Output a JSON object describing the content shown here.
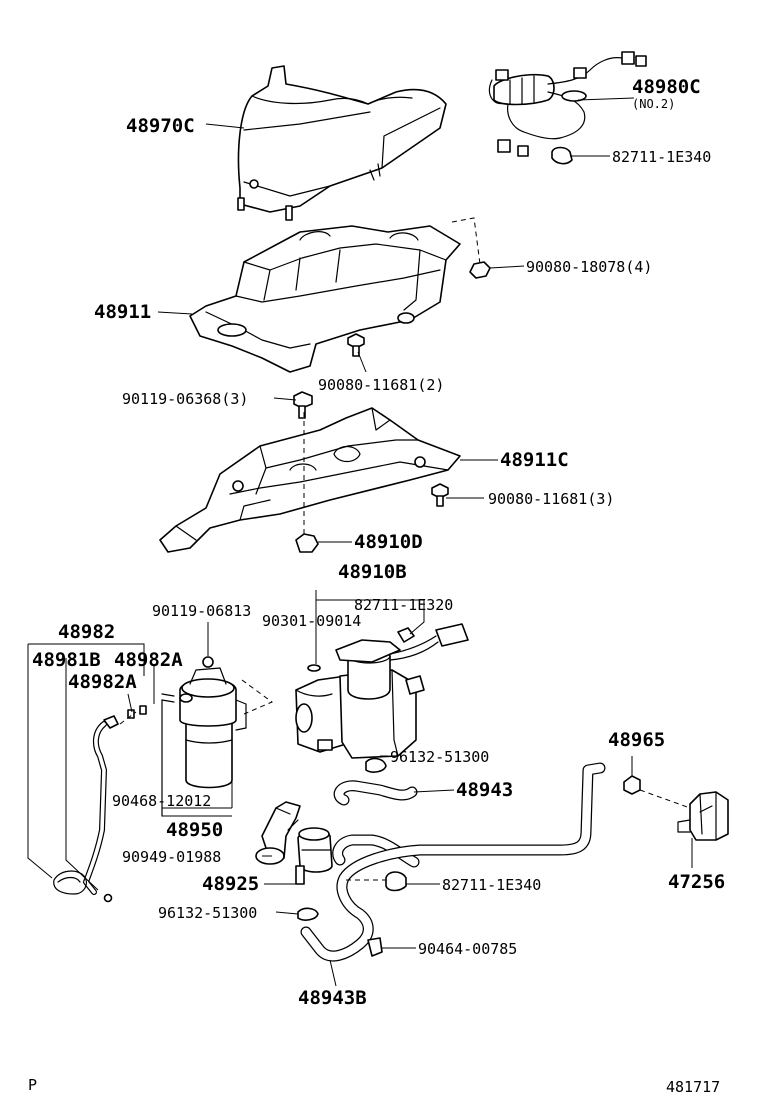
{
  "diagram": {
    "parts": {
      "p48970C": "48970C",
      "p48980C": "48980C",
      "p48980C_note": "(NO.2)",
      "p82711_1E340_top": "82711-1E340",
      "p90080_18078": "90080-18078(4)",
      "p48911": "48911",
      "p90080_11681_2": "90080-11681(2)",
      "p90119_06368": "90119-06368(3)",
      "p48911C": "48911C",
      "p90080_11681_3": "90080-11681(3)",
      "p48910D": "48910D",
      "p48910B": "48910B",
      "p82711_1E320": "82711-1E320",
      "p90119_06813": "90119-06813",
      "p90301_09014": "90301-09014",
      "p48982": "48982",
      "p48981B": "48981B",
      "p48982A_1": "48982A",
      "p48982A_2": "48982A",
      "p96132_51300_a": "96132-51300",
      "p48965": "48965",
      "p48943": "48943",
      "p90468_12012": "90468-12012",
      "p48950": "48950",
      "p90949_01988": "90949-01988",
      "p48925": "48925",
      "p82711_1E340_bot": "82711-1E340",
      "p47256": "47256",
      "p96132_51300_b": "96132-51300",
      "p90464_00785": "90464-00785",
      "p48943B": "48943B"
    },
    "footer": {
      "left": "P",
      "right": "481717"
    }
  }
}
